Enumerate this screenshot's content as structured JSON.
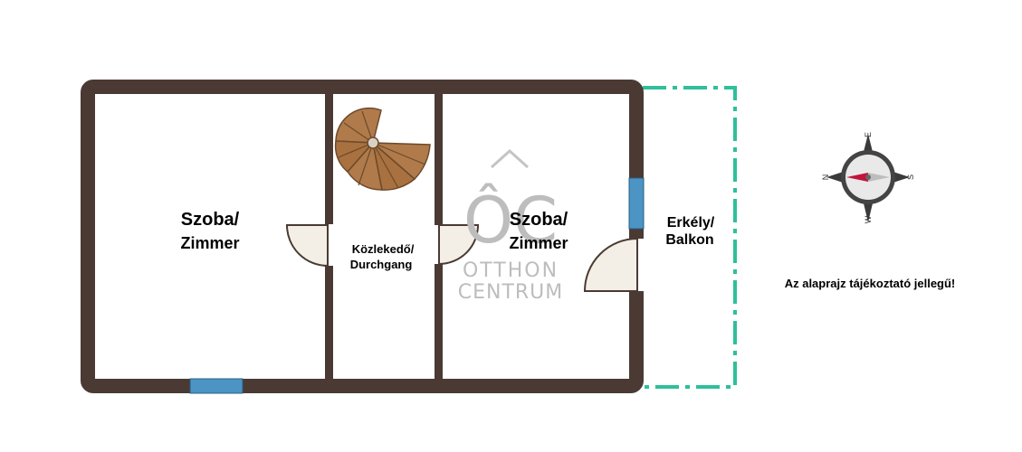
{
  "rooms": {
    "left": {
      "line1": "Szoba/",
      "line2": "Zimmer"
    },
    "corridor": {
      "line1": "Közlekedő/",
      "line2": "Durchgang"
    },
    "right": {
      "line1": "Szoba/",
      "line2": "Zimmer"
    },
    "balcony": {
      "line1": "Erkély/",
      "line2": "Balkon"
    }
  },
  "watermark": {
    "logo": "ÔC",
    "line1": "OTTHON",
    "line2": "CENTRUM"
  },
  "note": "Az alaprajz tájékoztató jellegű!",
  "compass": {
    "n": "N",
    "e": "E",
    "s": "S",
    "w": "W"
  },
  "colors": {
    "wall": "#4a3a33",
    "window": "#4b94c4",
    "balcony_outline": "#2fbf9b",
    "door_fill": "#f4efe6",
    "stair": "#b07a4a",
    "compass_needle": "#c0143c"
  }
}
